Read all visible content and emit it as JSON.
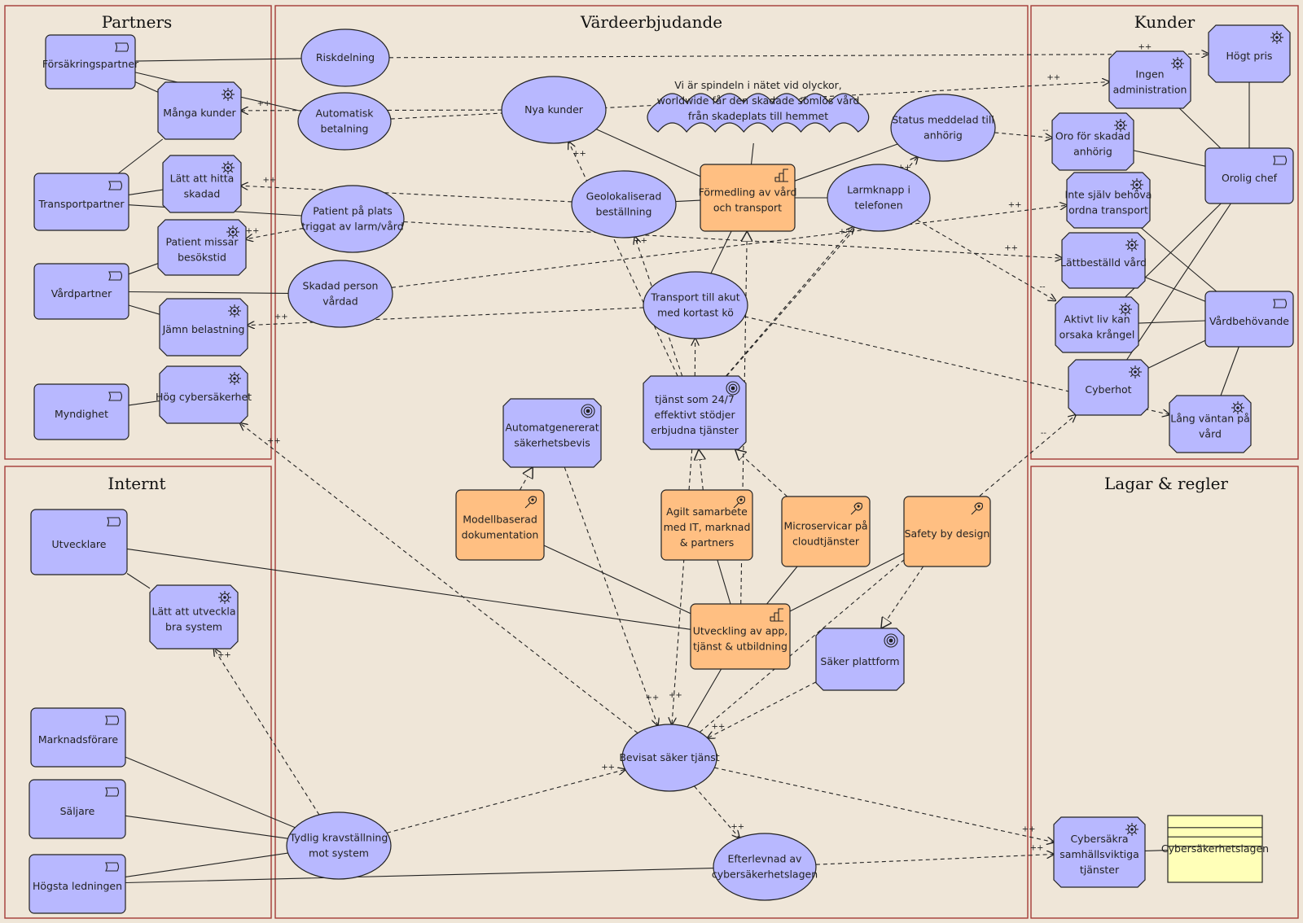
{
  "panels": [
    {
      "id": "partners",
      "title": "Partners"
    },
    {
      "id": "vardeerbjudande",
      "title": "Värdeerbjudande"
    },
    {
      "id": "kunder",
      "title": "Kunder"
    },
    {
      "id": "internt",
      "title": "Internt"
    },
    {
      "id": "lagar",
      "title": "Lagar & regler"
    }
  ],
  "nodes": [
    {
      "id": "forsakringspartner",
      "lines": [
        "Försäkringspartner"
      ],
      "shape": "rect",
      "color": "blue",
      "icon": "actor-icon"
    },
    {
      "id": "manga-kunder",
      "lines": [
        "Många kunder"
      ],
      "shape": "oct",
      "color": "blue",
      "icon": "driver-icon"
    },
    {
      "id": "transportpartner",
      "lines": [
        "Transportpartner"
      ],
      "shape": "rect",
      "color": "blue",
      "icon": "actor-icon"
    },
    {
      "id": "latt-hitta",
      "lines": [
        "Lätt att hitta",
        "skadad"
      ],
      "shape": "oct",
      "color": "blue",
      "icon": "driver-icon"
    },
    {
      "id": "patient-missar",
      "lines": [
        "Patient missar",
        "besökstid"
      ],
      "shape": "oct",
      "color": "blue",
      "icon": "driver-icon"
    },
    {
      "id": "vardpartner",
      "lines": [
        "Vårdpartner"
      ],
      "shape": "rect",
      "color": "blue",
      "icon": "actor-icon"
    },
    {
      "id": "jamn-belastning",
      "lines": [
        "Jämn belastning"
      ],
      "shape": "oct",
      "color": "blue",
      "icon": "driver-icon"
    },
    {
      "id": "myndighet",
      "lines": [
        "Myndighet"
      ],
      "shape": "rect",
      "color": "blue",
      "icon": "actor-icon"
    },
    {
      "id": "hog-cyber",
      "lines": [
        "Hög cybersäkerhet"
      ],
      "shape": "oct",
      "color": "blue",
      "icon": "driver-icon"
    },
    {
      "id": "riskdelning",
      "lines": [
        "Riskdelning"
      ],
      "shape": "ellipse",
      "color": "blue"
    },
    {
      "id": "automatisk-betalning",
      "lines": [
        "Automatisk",
        "betalning"
      ],
      "shape": "ellipse",
      "color": "blue"
    },
    {
      "id": "patient-plats",
      "lines": [
        "Patient på plats",
        "triggat av larm/vård"
      ],
      "shape": "ellipse",
      "color": "blue"
    },
    {
      "id": "skadad-vardad",
      "lines": [
        "Skadad person",
        "vårdad"
      ],
      "shape": "ellipse",
      "color": "blue"
    },
    {
      "id": "nya-kunder",
      "lines": [
        "Nya kunder"
      ],
      "shape": "ellipse",
      "color": "blue"
    },
    {
      "id": "vision",
      "lines": [
        "Vi är spindeln i nätet vid olyckor,",
        "worldwide får den skadade sömlös vård",
        "från skadeplats till hemmet"
      ],
      "shape": "cloud",
      "color": "blue"
    },
    {
      "id": "status-meddelad",
      "lines": [
        "Status meddelad till",
        "anhörig"
      ],
      "shape": "ellipse",
      "color": "blue"
    },
    {
      "id": "geolokaliserad",
      "lines": [
        "Geolokaliserad",
        "beställning"
      ],
      "shape": "ellipse",
      "color": "blue"
    },
    {
      "id": "formedling",
      "lines": [
        "Förmedling av vård",
        "och transport"
      ],
      "shape": "rect",
      "color": "orange",
      "icon": "process-icon"
    },
    {
      "id": "larmknapp",
      "lines": [
        "Larmknapp i",
        "telefonen"
      ],
      "shape": "ellipse",
      "color": "blue"
    },
    {
      "id": "transport-akut",
      "lines": [
        "Transport till akut",
        "med kortast kö"
      ],
      "shape": "ellipse",
      "color": "blue"
    },
    {
      "id": "tjanst-247",
      "lines": [
        "tjänst som 24/7",
        "effektivt stödjer",
        "erbjudna tjänster"
      ],
      "shape": "oct",
      "color": "blue",
      "icon": "goal-icon"
    },
    {
      "id": "automat-bevis",
      "lines": [
        "Automatgenererat",
        "säkerhetsbevis"
      ],
      "shape": "oct",
      "color": "blue",
      "icon": "goal-icon"
    },
    {
      "id": "modellbaserad",
      "lines": [
        "Modellbaserad",
        "dokumentation"
      ],
      "shape": "rect",
      "color": "orange",
      "icon": "principle-icon"
    },
    {
      "id": "agilt",
      "lines": [
        "Agilt samarbete",
        "med IT, marknad",
        "& partners"
      ],
      "shape": "rect",
      "color": "orange",
      "icon": "principle-icon"
    },
    {
      "id": "microservicar",
      "lines": [
        "Microservicar på",
        "cloudtjänster"
      ],
      "shape": "rect",
      "color": "orange",
      "icon": "principle-icon"
    },
    {
      "id": "safety-design",
      "lines": [
        "Safety by design"
      ],
      "shape": "rect",
      "color": "orange",
      "icon": "principle-icon"
    },
    {
      "id": "utveckling",
      "lines": [
        "Utveckling av app,",
        "tjänst & utbildning"
      ],
      "shape": "rect",
      "color": "orange",
      "icon": "process-icon"
    },
    {
      "id": "saker-plattform",
      "lines": [
        "Säker plattform"
      ],
      "shape": "oct",
      "color": "blue",
      "icon": "goal-icon"
    },
    {
      "id": "bevisat-saker",
      "lines": [
        "Bevisat säker tjänst"
      ],
      "shape": "ellipse",
      "color": "blue"
    },
    {
      "id": "efterlevnad",
      "lines": [
        "Efterlevnad av",
        "cybersäkerhetslagen"
      ],
      "shape": "ellipse",
      "color": "blue"
    },
    {
      "id": "hogt-pris",
      "lines": [
        "Högt pris"
      ],
      "shape": "oct",
      "color": "blue",
      "icon": "driver-icon"
    },
    {
      "id": "ingen-admin",
      "lines": [
        "Ingen",
        "administration"
      ],
      "shape": "oct",
      "color": "blue",
      "icon": "driver-icon"
    },
    {
      "id": "oro-skadad",
      "lines": [
        "Oro för skadad",
        "anhörig"
      ],
      "shape": "oct",
      "color": "blue",
      "icon": "driver-icon"
    },
    {
      "id": "orolig-chef",
      "lines": [
        "Orolig chef"
      ],
      "shape": "rect",
      "color": "blue",
      "icon": "actor-icon"
    },
    {
      "id": "inte-sjalv",
      "lines": [
        "Inte själv behöva",
        "ordna transport"
      ],
      "shape": "oct",
      "color": "blue",
      "icon": "driver-icon"
    },
    {
      "id": "lattbestalld",
      "lines": [
        "Lättbeställd vård"
      ],
      "shape": "oct",
      "color": "blue",
      "icon": "driver-icon"
    },
    {
      "id": "aktivt-liv",
      "lines": [
        "Aktivt liv kan",
        "orsaka krångel"
      ],
      "shape": "oct",
      "color": "blue",
      "icon": "driver-icon"
    },
    {
      "id": "vardbehovande",
      "lines": [
        "Vårdbehövande"
      ],
      "shape": "rect",
      "color": "blue",
      "icon": "actor-icon"
    },
    {
      "id": "cyberhot",
      "lines": [
        "Cyberhot"
      ],
      "shape": "oct",
      "color": "blue",
      "icon": "driver-icon"
    },
    {
      "id": "lang-vantan",
      "lines": [
        "Lång väntan på",
        "vård"
      ],
      "shape": "oct",
      "color": "blue",
      "icon": "driver-icon"
    },
    {
      "id": "utvecklare",
      "lines": [
        "Utvecklare"
      ],
      "shape": "rect",
      "color": "blue",
      "icon": "actor-icon"
    },
    {
      "id": "latt-utveckla",
      "lines": [
        "Lätt att utveckla",
        "bra system"
      ],
      "shape": "oct",
      "color": "blue",
      "icon": "driver-icon"
    },
    {
      "id": "marknadsforare",
      "lines": [
        "Marknadsförare"
      ],
      "shape": "rect",
      "color": "blue",
      "icon": "actor-icon"
    },
    {
      "id": "saljare",
      "lines": [
        "Säljare"
      ],
      "shape": "rect",
      "color": "blue",
      "icon": "actor-icon"
    },
    {
      "id": "hogsta-ledningen",
      "lines": [
        "Högsta ledningen"
      ],
      "shape": "rect",
      "color": "blue",
      "icon": "actor-icon"
    },
    {
      "id": "tydlig-krav",
      "lines": [
        "Tydlig kravställning",
        "mot system"
      ],
      "shape": "ellipse",
      "color": "blue"
    },
    {
      "id": "cybersakra-tjanster",
      "lines": [
        "Cybersäkra",
        "samhällsviktiga",
        "tjänster"
      ],
      "shape": "oct",
      "color": "blue",
      "icon": "driver-icon"
    },
    {
      "id": "cyberlagen",
      "lines": [
        "Cybersäkerhetslagen"
      ],
      "shape": "note",
      "color": "yellow"
    }
  ],
  "edges": [
    {
      "from": "forsakringspartner",
      "to": "riskdelning",
      "style": "solid"
    },
    {
      "from": "forsakringspartner",
      "to": "automatisk-betalning",
      "style": "solid"
    },
    {
      "from": "forsakringspartner",
      "to": "manga-kunder",
      "style": "solid"
    },
    {
      "from": "transportpartner",
      "to": "manga-kunder",
      "style": "solid"
    },
    {
      "from": "transportpartner",
      "to": "latt-hitta",
      "style": "solid"
    },
    {
      "from": "transportpartner",
      "to": "patient-plats",
      "style": "solid"
    },
    {
      "from": "vardpartner",
      "to": "patient-missar",
      "style": "solid"
    },
    {
      "from": "vardpartner",
      "to": "skadad-vardad",
      "style": "solid"
    },
    {
      "from": "vardpartner",
      "to": "jamn-belastning",
      "style": "solid"
    },
    {
      "from": "myndighet",
      "to": "hog-cyber",
      "style": "solid"
    },
    {
      "from": "riskdelning",
      "to": "hogt-pris",
      "style": "dashed",
      "label": "++"
    },
    {
      "from": "automatisk-betalning",
      "to": "ingen-admin",
      "style": "dashed",
      "label": "++"
    },
    {
      "from": "nya-kunder",
      "to": "manga-kunder",
      "style": "dashed",
      "label": "++"
    },
    {
      "from": "geolokaliserad",
      "to": "latt-hitta",
      "style": "dashed",
      "label": "++"
    },
    {
      "from": "patient-plats",
      "to": "patient-missar",
      "style": "dashed",
      "label": "++"
    },
    {
      "from": "patient-plats",
      "to": "lattbestalld",
      "style": "dashed",
      "label": "++"
    },
    {
      "from": "skadad-vardad",
      "to": "inte-sjalv",
      "style": "dashed",
      "label": "++"
    },
    {
      "from": "transport-akut",
      "to": "jamn-belastning",
      "style": "dashed",
      "label": "++"
    },
    {
      "from": "transport-akut",
      "to": "lang-vantan",
      "style": "dashed",
      "label": "--"
    },
    {
      "from": "bevisat-saker",
      "to": "hog-cyber",
      "style": "dashed",
      "label": "++"
    },
    {
      "from": "status-meddelad",
      "to": "oro-skadad",
      "style": "dashed",
      "label": "--"
    },
    {
      "from": "larmknapp",
      "to": "aktivt-liv",
      "style": "dashed",
      "label": "--"
    },
    {
      "from": "formedling",
      "to": "vision",
      "style": "solid"
    },
    {
      "from": "formedling",
      "to": "nya-kunder",
      "style": "solid"
    },
    {
      "from": "formedling",
      "to": "status-meddelad",
      "style": "solid"
    },
    {
      "from": "formedling",
      "to": "geolokaliserad",
      "style": "solid"
    },
    {
      "from": "formedling",
      "to": "larmknapp",
      "style": "solid"
    },
    {
      "from": "formedling",
      "to": "transport-akut",
      "style": "solid"
    },
    {
      "from": "tjanst-247",
      "to": "transport-akut",
      "style": "dashed",
      "label": "++"
    },
    {
      "from": "tjanst-247",
      "to": "nya-kunder",
      "style": "dashed",
      "label": "++"
    },
    {
      "from": "tjanst-247",
      "to": "geolokaliserad",
      "style": "dashed",
      "label": "++"
    },
    {
      "from": "tjanst-247",
      "to": "status-meddelad",
      "style": "dashed",
      "label": "++"
    },
    {
      "from": "tjanst-247",
      "to": "larmknapp",
      "style": "dashed",
      "label": "++"
    },
    {
      "from": "tjanst-247",
      "to": "bevisat-saker",
      "style": "dashed",
      "label": "++"
    },
    {
      "from": "automat-bevis",
      "to": "bevisat-saker",
      "style": "dashed",
      "label": "++"
    },
    {
      "from": "modellbaserad",
      "to": "automat-bevis",
      "style": "dashed"
    },
    {
      "from": "agilt",
      "to": "tjanst-247",
      "style": "dashed"
    },
    {
      "from": "microservicar",
      "to": "tjanst-247",
      "style": "dashed"
    },
    {
      "from": "safety-design",
      "to": "saker-plattform",
      "style": "dashed"
    },
    {
      "from": "utveckling",
      "to": "formedling",
      "style": "dashed"
    },
    {
      "from": "utveckling",
      "to": "modellbaserad",
      "style": "solid"
    },
    {
      "from": "utveckling",
      "to": "agilt",
      "style": "solid"
    },
    {
      "from": "utveckling",
      "to": "microservicar",
      "style": "solid"
    },
    {
      "from": "utveckling",
      "to": "safety-design",
      "style": "solid"
    },
    {
      "from": "utveckling",
      "to": "utvecklare",
      "style": "solid"
    },
    {
      "from": "utveckling",
      "to": "bevisat-saker",
      "style": "solid"
    },
    {
      "from": "saker-plattform",
      "to": "bevisat-saker",
      "style": "dashed",
      "label": "++"
    },
    {
      "from": "bevisat-saker",
      "to": "cyberhot",
      "style": "dashed",
      "label": "--"
    },
    {
      "from": "bevisat-saker",
      "to": "efterlevnad",
      "style": "dashed",
      "label": "++"
    },
    {
      "from": "bevisat-saker",
      "to": "cybersakra-tjanster",
      "style": "dashed",
      "label": "++"
    },
    {
      "from": "efterlevnad",
      "to": "cybersakra-tjanster",
      "style": "dashed",
      "label": "++"
    },
    {
      "from": "efterlevnad",
      "to": "hogsta-ledningen",
      "style": "solid"
    },
    {
      "from": "utvecklare",
      "to": "latt-utveckla",
      "style": "solid"
    },
    {
      "from": "tydlig-krav",
      "to": "latt-utveckla",
      "style": "dashed",
      "label": "++"
    },
    {
      "from": "tydlig-krav",
      "to": "bevisat-saker",
      "style": "dashed",
      "label": "++"
    },
    {
      "from": "marknadsforare",
      "to": "tydlig-krav",
      "style": "solid"
    },
    {
      "from": "saljare",
      "to": "tydlig-krav",
      "style": "solid"
    },
    {
      "from": "hogsta-ledningen",
      "to": "tydlig-krav",
      "style": "solid"
    },
    {
      "from": "hogt-pris",
      "to": "orolig-chef",
      "style": "solid"
    },
    {
      "from": "ingen-admin",
      "to": "orolig-chef",
      "style": "solid"
    },
    {
      "from": "oro-skadad",
      "to": "orolig-chef",
      "style": "solid"
    },
    {
      "from": "orolig-chef",
      "to": "aktivt-liv",
      "style": "solid"
    },
    {
      "from": "orolig-chef",
      "to": "cyberhot",
      "style": "solid"
    },
    {
      "from": "vardbehovande",
      "to": "inte-sjalv",
      "style": "solid"
    },
    {
      "from": "vardbehovande",
      "to": "lattbestalld",
      "style": "solid"
    },
    {
      "from": "vardbehovande",
      "to": "aktivt-liv",
      "style": "solid"
    },
    {
      "from": "vardbehovande",
      "to": "cyberhot",
      "style": "solid"
    },
    {
      "from": "vardbehovande",
      "to": "lang-vantan",
      "style": "solid"
    },
    {
      "from": "cybersakra-tjanster",
      "to": "cyberlagen",
      "style": "solid"
    }
  ]
}
